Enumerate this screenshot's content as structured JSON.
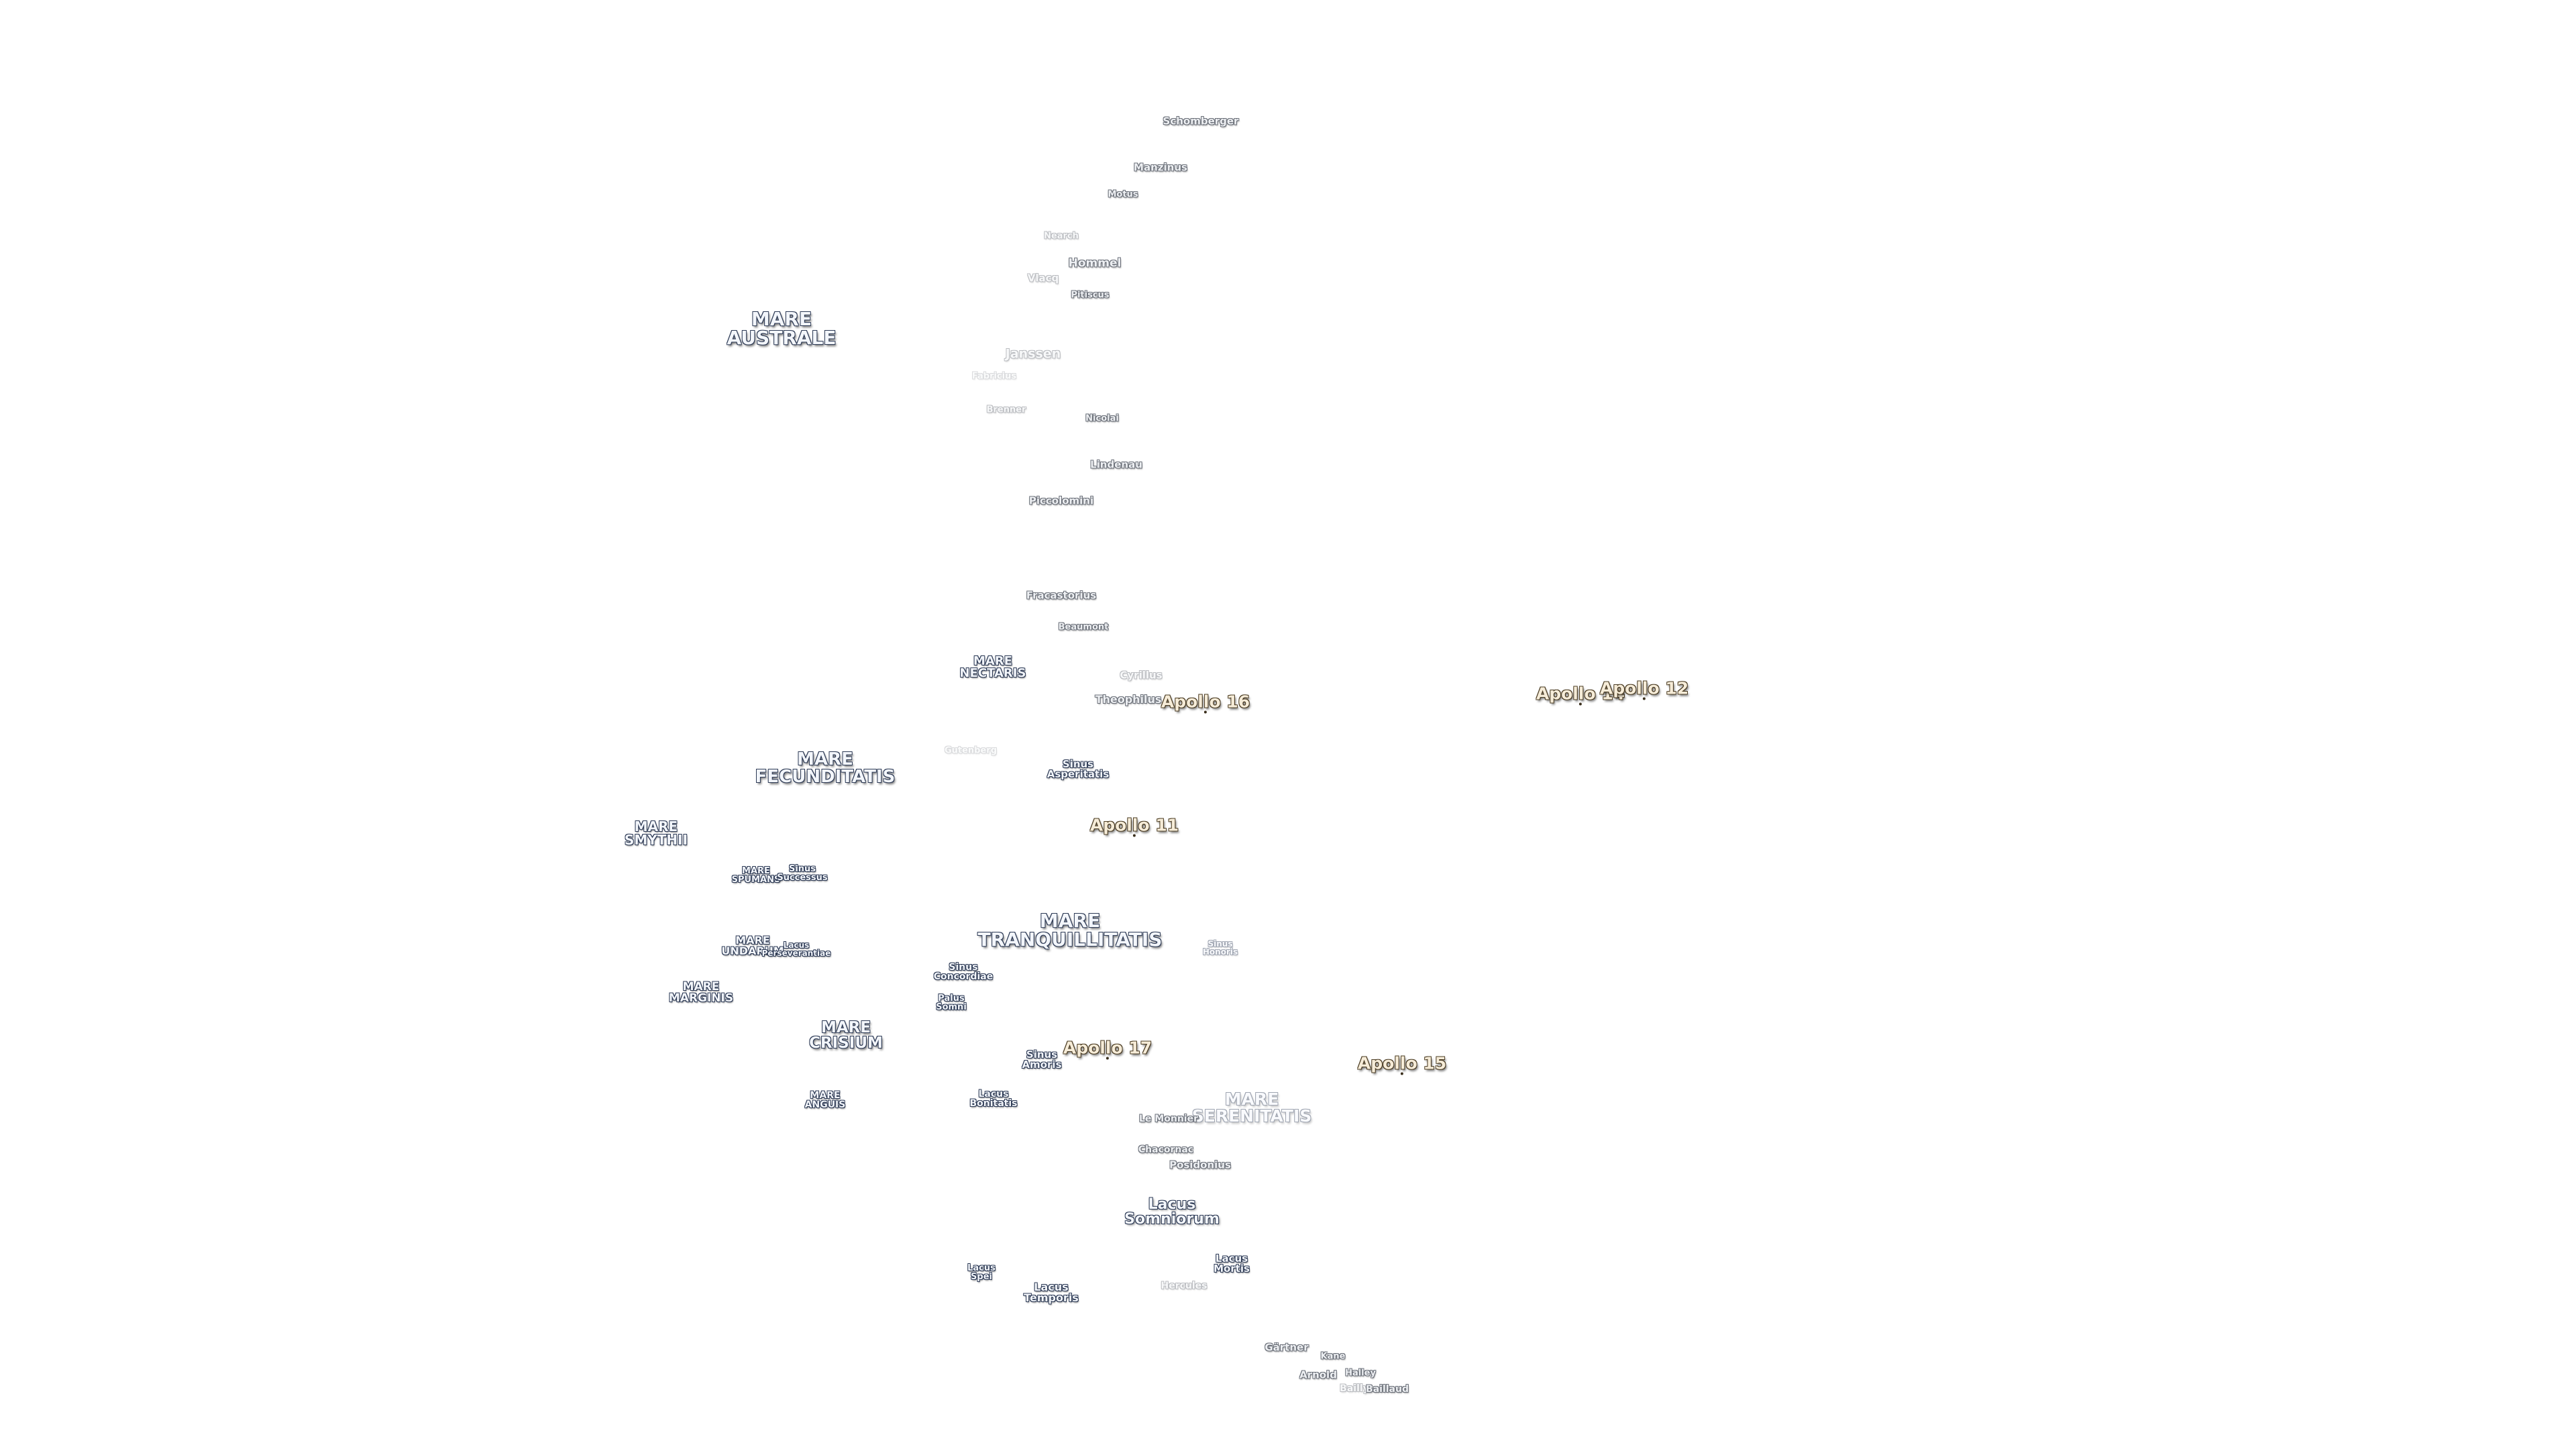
{
  "map_labels": {
    "maria": [
      {
        "lines": [
          "MARE",
          "AUSTRALE"
        ]
      },
      {
        "lines": [
          "MARE",
          "NECTARIS"
        ]
      },
      {
        "lines": [
          "MARE",
          "FECUNDITATIS"
        ]
      },
      {
        "lines": [
          "MARE",
          "SMYTHII"
        ]
      },
      {
        "lines": [
          "MARE",
          "SPUMANS"
        ]
      },
      {
        "lines": [
          "MARE",
          "UNDARUM"
        ]
      },
      {
        "lines": [
          "MARE",
          "MARGINIS"
        ]
      },
      {
        "lines": [
          "MARE",
          "CRISIUM"
        ]
      },
      {
        "lines": [
          "MARE",
          "ANGUIS"
        ]
      },
      {
        "lines": [
          "MARE",
          "TRANQUILLITATIS"
        ]
      },
      {
        "lines": [
          "MARE",
          "SERENITATIS"
        ]
      }
    ],
    "sinus_lacus_palus": [
      {
        "lines": [
          "Sinus",
          "Asperitatis"
        ]
      },
      {
        "lines": [
          "Sinus",
          "Successus"
        ]
      },
      {
        "lines": [
          "Lacus",
          "Perseverantiae"
        ]
      },
      {
        "lines": [
          "Sinus",
          "Concordiae"
        ]
      },
      {
        "lines": [
          "Palus",
          "Somni"
        ]
      },
      {
        "lines": [
          "Sinus",
          "Amoris"
        ]
      },
      {
        "lines": [
          "Sinus",
          "Honoris"
        ]
      },
      {
        "lines": [
          "Lacus",
          "Bonitatis"
        ]
      },
      {
        "lines": [
          "Lacus",
          "Somniorum"
        ]
      },
      {
        "lines": [
          "Lacus",
          "Mortis"
        ]
      },
      {
        "lines": [
          "Lacus",
          "Spei"
        ]
      },
      {
        "lines": [
          "Lacus",
          "Temporis"
        ]
      }
    ],
    "craters": [
      {
        "text": "Schomberger"
      },
      {
        "text": "Manzinus"
      },
      {
        "text": "Motus"
      },
      {
        "text": "Hommel"
      },
      {
        "text": "Pitiscus"
      },
      {
        "text": "Vlacq"
      },
      {
        "text": "Nearch"
      },
      {
        "text": "Janssen"
      },
      {
        "text": "Fabricius"
      },
      {
        "text": "Brenner"
      },
      {
        "text": "Nicolai"
      },
      {
        "text": "Lindenau"
      },
      {
        "text": "Piccolomini"
      },
      {
        "text": "Fracastorius"
      },
      {
        "text": "Beaumont"
      },
      {
        "text": "Cyrillus"
      },
      {
        "text": "Theophilus"
      },
      {
        "text": "Gutenberg"
      },
      {
        "text": "Le Monnier"
      },
      {
        "text": "Chacornac"
      },
      {
        "text": "Posidonius"
      },
      {
        "text": "Hercules"
      },
      {
        "text": "Gärtner"
      },
      {
        "text": "Kane"
      },
      {
        "text": "Arnold"
      },
      {
        "text": "Halley"
      },
      {
        "text": "Bailly"
      },
      {
        "text": "Baillaud"
      }
    ],
    "apollo_sites": [
      {
        "text": "Apollo 16"
      },
      {
        "text": "Apollo 14"
      },
      {
        "text": "Apollo 12"
      },
      {
        "text": "Apollo 11"
      },
      {
        "text": "Apollo 17"
      },
      {
        "text": "Apollo 15"
      }
    ]
  }
}
